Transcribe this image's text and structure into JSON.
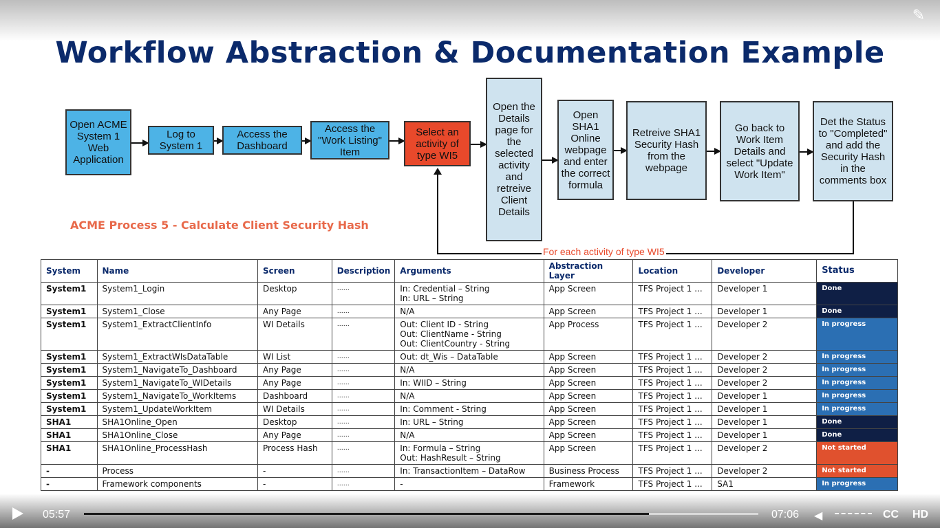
{
  "slide": {
    "title": "Workflow Abstraction & Documentation Example",
    "process_label": "ACME Process 5 - Calculate Client Security Hash",
    "loop_label": "For each activity of type WI5"
  },
  "flow_steps": [
    {
      "label": "Open ACME System 1 Web Application",
      "style": "blue"
    },
    {
      "label": "Log to System 1",
      "style": "blue"
    },
    {
      "label": "Access the Dashboard",
      "style": "blue"
    },
    {
      "label": "Access the \"Work Listing\" Item",
      "style": "blue"
    },
    {
      "label": "Select an activity of type WI5",
      "style": "red"
    },
    {
      "label": "Open the Details page for the selected activity and retreive Client Details",
      "style": "light"
    },
    {
      "label": "Open SHA1 Online webpage and enter the correct formula",
      "style": "light"
    },
    {
      "label": "Retreive SHA1 Security Hash from the webpage",
      "style": "light"
    },
    {
      "label": "Go back to Work Item Details and select \"Update Work Item\"",
      "style": "light"
    },
    {
      "label": "Det the Status to \"Completed\" and add the Security Hash in the comments box",
      "style": "light"
    }
  ],
  "table": {
    "headers": [
      "System",
      "Name",
      "Screen",
      "Description",
      "Arguments",
      "Abstraction Layer",
      "Location",
      "Developer",
      "Status"
    ],
    "rows": [
      {
        "system": "System1",
        "name": "System1_Login",
        "screen": "Desktop",
        "description": "……",
        "arguments": "In: Credential – String\nIn: URL – String",
        "layer": "App Screen",
        "location": "TFS Project 1 ...",
        "developer": "Developer 1",
        "status": "Done"
      },
      {
        "system": "System1",
        "name": "System1_Close",
        "screen": "Any Page",
        "description": "……",
        "arguments": "N/A",
        "layer": "App Screen",
        "location": "TFS Project 1 ...",
        "developer": "Developer 1",
        "status": "Done"
      },
      {
        "system": "System1",
        "name": "System1_ExtractClientInfo",
        "screen": "WI Details",
        "description": "……",
        "arguments": "Out: Client ID - String\nOut: ClientName - String\nOut: ClientCountry - String",
        "layer": "App Process",
        "location": "TFS Project 1 ...",
        "developer": "Developer 2",
        "status": "In progress"
      },
      {
        "system": "System1",
        "name": "System1_ExtractWIsDataTable",
        "screen": "WI List",
        "description": "……",
        "arguments": "Out: dt_Wis – DataTable",
        "layer": "App Screen",
        "location": "TFS Project 1 ...",
        "developer": "Developer 2",
        "status": "In progress"
      },
      {
        "system": "System1",
        "name": "System1_NavigateTo_Dashboard",
        "screen": "Any Page",
        "description": "……",
        "arguments": "N/A",
        "layer": "App Screen",
        "location": "TFS Project 1 ...",
        "developer": "Developer 2",
        "status": "In progress"
      },
      {
        "system": "System1",
        "name": "System1_NavigateTo_WIDetails",
        "screen": "Any Page",
        "description": "……",
        "arguments": "In: WIID – String",
        "layer": "App Screen",
        "location": "TFS Project 1 ...",
        "developer": "Developer 2",
        "status": "In progress"
      },
      {
        "system": "System1",
        "name": "System1_NavigateTo_WorkItems",
        "screen": "Dashboard",
        "description": "……",
        "arguments": "N/A",
        "layer": "App Screen",
        "location": "TFS Project 1 ...",
        "developer": "Developer 1",
        "status": "In progress"
      },
      {
        "system": "System1",
        "name": "System1_UpdateWorkItem",
        "screen": "WI Details",
        "description": "……",
        "arguments": "In: Comment - String",
        "layer": "App Screen",
        "location": "TFS Project 1 ...",
        "developer": "Developer 1",
        "status": "In progress"
      },
      {
        "system": "SHA1",
        "name": "SHA1Online_Open",
        "screen": "Desktop",
        "description": "……",
        "arguments": "In: URL – String",
        "layer": "App Screen",
        "location": "TFS Project 1 ...",
        "developer": "Developer 1",
        "status": "Done"
      },
      {
        "system": "SHA1",
        "name": "SHA1Online_Close",
        "screen": "Any Page",
        "description": "……",
        "arguments": "N/A",
        "layer": "App Screen",
        "location": "TFS Project 1 ...",
        "developer": "Developer 1",
        "status": "Done"
      },
      {
        "system": "SHA1",
        "name": "SHA1Online_ProcessHash",
        "screen": "Process Hash",
        "description": "……",
        "arguments": "In: Formula – String\nOut: HashResult – String",
        "layer": "App Screen",
        "location": "TFS Project 1 ...",
        "developer": "Developer 2",
        "status": "Not started"
      },
      {
        "system": "-",
        "name": "Process",
        "screen": "-",
        "description": "……",
        "arguments": "In: TransactionItem – DataRow",
        "layer": "Business Process",
        "location": "TFS Project 1 ...",
        "developer": "Developer 2",
        "status": "Not started"
      },
      {
        "system": "-",
        "name": "Framework components",
        "screen": "-",
        "description": "……",
        "arguments": "-",
        "layer": "Framework",
        "location": "TFS Project 1 ...",
        "developer": "SA1",
        "status": "In progress"
      }
    ]
  },
  "player": {
    "current_time": "05:57",
    "total_time": "07:06",
    "progress": 0.838,
    "cc_label": "CC",
    "hd_label": "HD"
  }
}
